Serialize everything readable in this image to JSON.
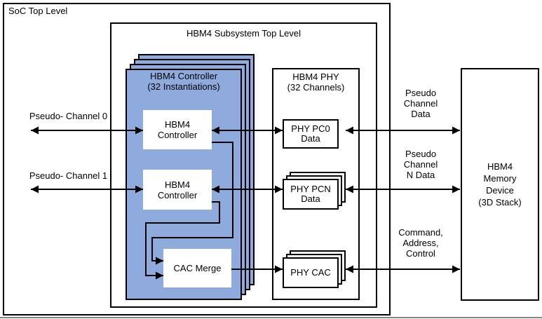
{
  "colors": {
    "stack_fill": "#8FAADC",
    "line": "#000000",
    "window_edge": "#848484"
  },
  "soc": {
    "label": "SoC Top Level"
  },
  "subsystem": {
    "title": "HBM4 Subsystem Top Level"
  },
  "controller_stack": {
    "title": {
      "line1": "HBM4 Controller",
      "line2": "(32 Instantiations)"
    },
    "controller0": {
      "line1": "HBM4",
      "line2": "Controller"
    },
    "controller1": {
      "line1": "HBM4",
      "line2": "Controller"
    },
    "cac_merge": {
      "label": "CAC Merge"
    }
  },
  "phy": {
    "title": {
      "line1": "HBM4 PHY",
      "line2": "(32 Channels)"
    },
    "pc0": {
      "line1": "PHY PC0",
      "line2": "Data"
    },
    "pcn": {
      "line1": "PHY PCN",
      "line2": "Data"
    },
    "cac": {
      "label": "PHY CAC"
    }
  },
  "memory": {
    "line1": "HBM4",
    "line2": "Memory",
    "line3": "Device",
    "line4": "(3D Stack)"
  },
  "labels": {
    "pseudo_channel_0": "Pseudo- Channel 0",
    "pseudo_channel_1": "Pseudo- Channel 1",
    "pseudo_channel_data": {
      "line1": "Pseudo",
      "line2": "Channel",
      "line3": "Data"
    },
    "pseudo_channel_n_data": {
      "line1": "Pseudo",
      "line2": "Channel",
      "line3": "N Data"
    },
    "command_address_control": {
      "line1": "Command,",
      "line2": "Address,",
      "line3": "Control"
    }
  }
}
